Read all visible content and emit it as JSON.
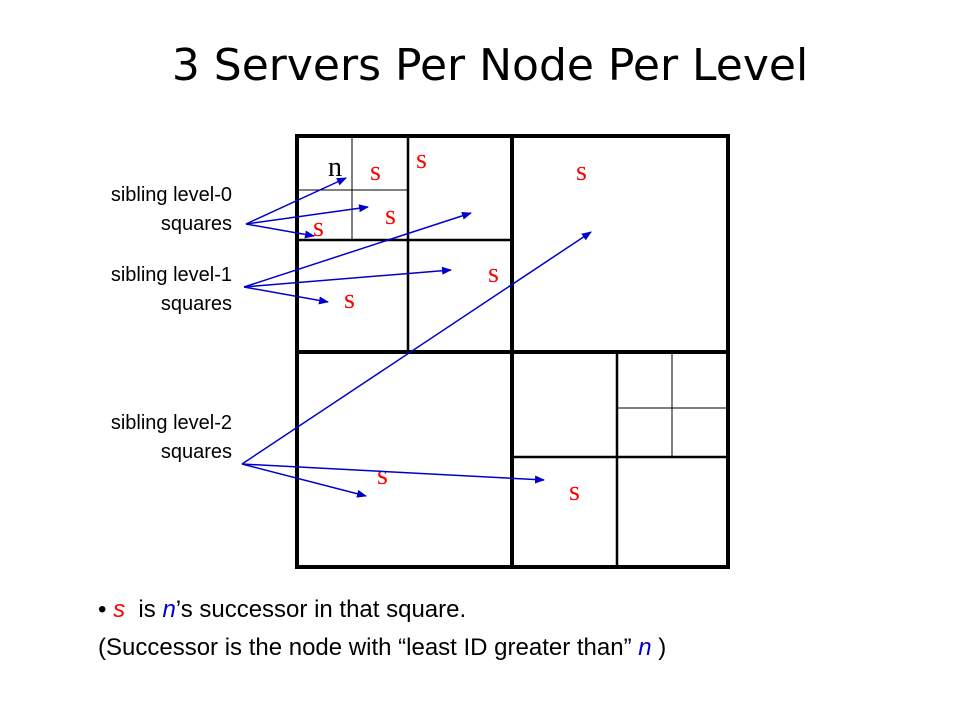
{
  "title": "3 Servers Per Node Per Level",
  "labels": {
    "level0": [
      "sibling level-0",
      "squares"
    ],
    "level1": [
      "sibling level-1",
      "squares"
    ],
    "level2": [
      "sibling level-2",
      "squares"
    ]
  },
  "node_label": "n",
  "successor_label": "s",
  "footer": {
    "bullet": "•",
    "line1_symbol": "s",
    "line1_text_a": "is",
    "line1_symbol_n": "n",
    "line1_text_b": "’s successor in that square.",
    "line2_text": "(Successor is the node with “least ID greater than”",
    "line2_symbol_n": "n",
    "line2_close": ")"
  },
  "colors": {
    "red": "#ff0000",
    "arrow": "#0000cc",
    "grid": "#000000"
  }
}
